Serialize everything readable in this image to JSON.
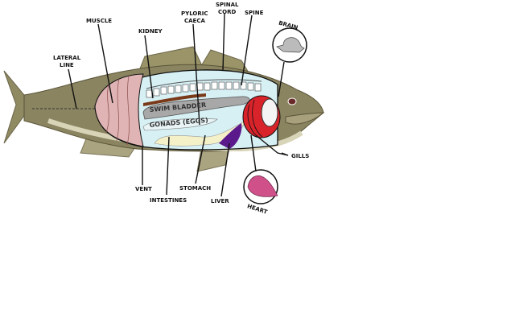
{
  "labels": {
    "muscle": "MUSCLE",
    "lateral_line": [
      "LATERAL",
      "LINE"
    ],
    "kidney": "KIDNEY",
    "pyloric_caeca": [
      "PYLORIC",
      "CAECA"
    ],
    "spinal_cord": [
      "SPINAL",
      "CORD"
    ],
    "spine": "SPINE",
    "brain": "BRAIN",
    "gills": "GILLS",
    "heart": "HEART",
    "liver": "LIVER",
    "stomach": "STOMACH",
    "intestines": "INTESTINES",
    "vent": "VENT",
    "swim_bladder": "SWIM BLADDER",
    "gonads": "GONADS (EGGS)"
  },
  "colors": {
    "body": "#8a8460",
    "cavity": "#d6f0f4",
    "muscle": "#e0b4b4",
    "gills": "#d8232a",
    "liver": "#5a1a8c",
    "heart": "#d0508a",
    "swim_bladder": "#a8a8a8",
    "intestines": "#f4f0c8"
  }
}
